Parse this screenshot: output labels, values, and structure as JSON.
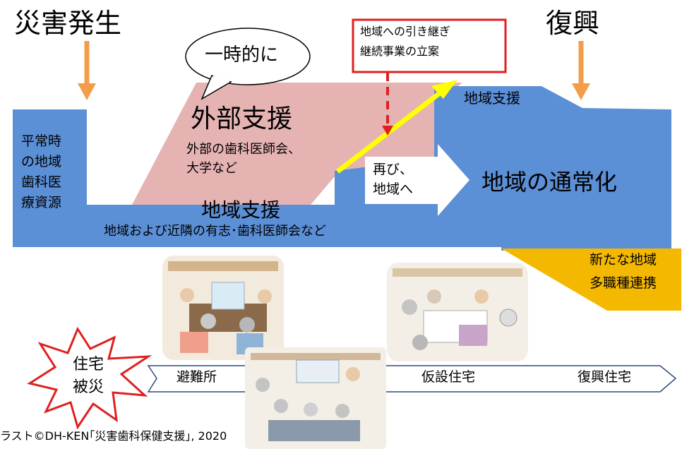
{
  "top_left_label": "災害発生",
  "top_right_label": "復興",
  "speech_bubble": "一時的に",
  "plan_box": [
    "地域への引き継ぎ",
    "継続事業の立案"
  ],
  "normal_resources": [
    "平常時",
    "の地域",
    "歯科医",
    "療資源"
  ],
  "external_support": {
    "title": "外部支援",
    "detail": [
      "外部の歯科医師会、",
      "大学など"
    ]
  },
  "local_support_bottom": {
    "title": "地域支援",
    "detail": "地域および近隣の有志･歯科医師会など"
  },
  "local_support_top": "地域支援",
  "again_arrow": [
    "再び、",
    "地域へ"
  ],
  "normalization": "地域の通常化",
  "new_collab": [
    "新たな地域",
    "多職種連携"
  ],
  "housing_damage": [
    "住宅",
    "被災"
  ],
  "timeline": {
    "stage1": "避難所",
    "stage2": "仮設住宅",
    "stage3": "復興住宅"
  },
  "credit": "ラスト©DH-KEN｢災害歯科保健支援｣, 2020",
  "colors": {
    "blue": "#5b8fd6",
    "pink": "#e6b3b3",
    "yellow": "#ffff00",
    "orange_arrow": "#f39c4a",
    "gold": "#f5b800",
    "red": "#e02020"
  }
}
